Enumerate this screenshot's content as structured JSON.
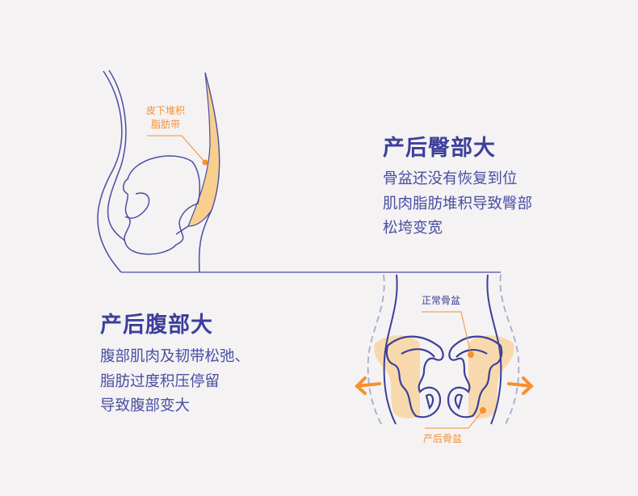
{
  "colors": {
    "background": "#f4f2f3",
    "outline": "#4a4ea3",
    "accent": "#f7902e",
    "fat": "#f9cf8e"
  },
  "hip": {
    "title": "产后臀部大",
    "lines": [
      "骨盆还没有恢复到位",
      "肌肉脂肪堆积导致臀部",
      "松垮变宽"
    ],
    "label_lines": [
      "皮下堆积",
      "脂肪带"
    ]
  },
  "belly": {
    "title": "产后腹部大",
    "lines": [
      "腹部肌肉及韧带松弛、",
      "脂肪过度积压停留",
      "导致腹部变大"
    ],
    "label_normal": "正常骨盆",
    "label_postpartum": "产后骨盆"
  }
}
